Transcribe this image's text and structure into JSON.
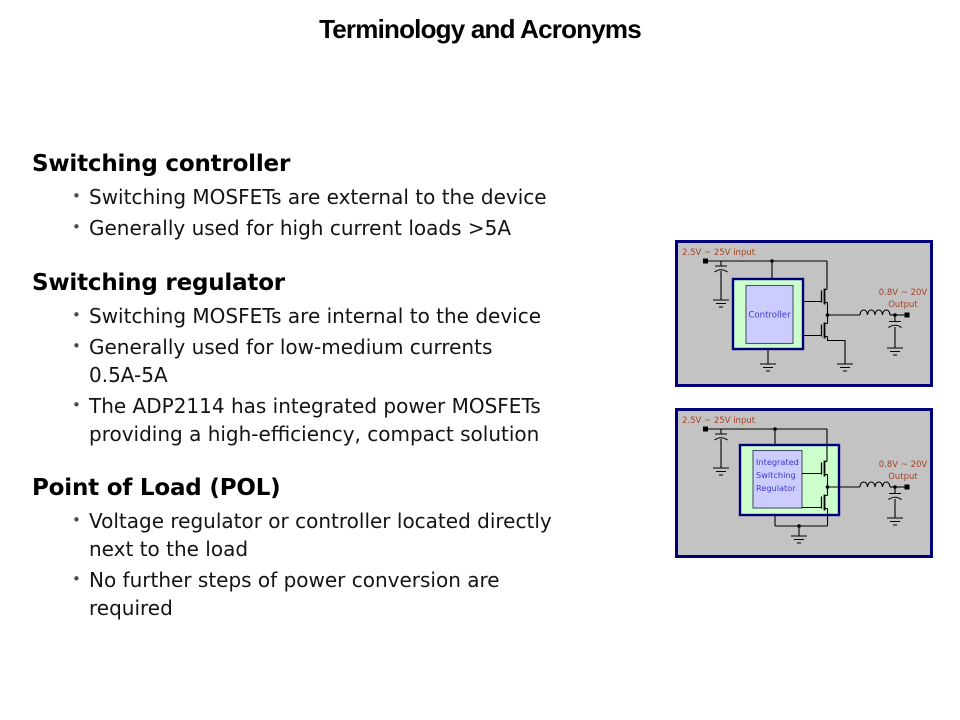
{
  "title": "Terminology and Acronyms",
  "sections": [
    {
      "heading": "Switching controller",
      "bullets": [
        {
          "lines": [
            "Switching MOSFETs are external to the device"
          ]
        },
        {
          "lines": [
            "Generally used for high current loads >5A"
          ]
        }
      ]
    },
    {
      "heading": "Switching regulator",
      "bullets": [
        {
          "lines": [
            "Switching MOSFETs are internal to the device"
          ]
        },
        {
          "lines": [
            "Generally used for low-medium currents",
            "0.5A-5A"
          ]
        },
        {
          "lines": [
            "The ADP2114 has integrated power MOSFETs",
            "providing a high-efficiency, compact solution"
          ]
        }
      ]
    },
    {
      "heading": "Point of Load (POL)",
      "bullets": [
        {
          "lines": [
            "Voltage regulator or controller located directly",
            "next to the load"
          ]
        },
        {
          "lines": [
            "No further steps of power conversion are",
            "required"
          ]
        }
      ]
    }
  ],
  "diagrams": [
    {
      "input_label": "2.5V ~ 25V input",
      "output_label_lines": [
        "0.8V ~ 20V",
        "Output"
      ],
      "box_label": "Controller"
    },
    {
      "input_label": "2.5V ~ 25V input",
      "output_label_lines": [
        "0.8V ~ 20V",
        "Output"
      ],
      "box_label_lines": [
        "Integrated",
        "Switching",
        "Regulator"
      ]
    }
  ],
  "colors": {
    "diagram_bg": "#c3c3c3",
    "diagram_border": "#00007a",
    "chip_fill": "#ccffcc",
    "chip_inner_fill": "#ccccff",
    "chip_text": "#3a3acc",
    "label_text": "#a34425",
    "wire": "#000000"
  }
}
